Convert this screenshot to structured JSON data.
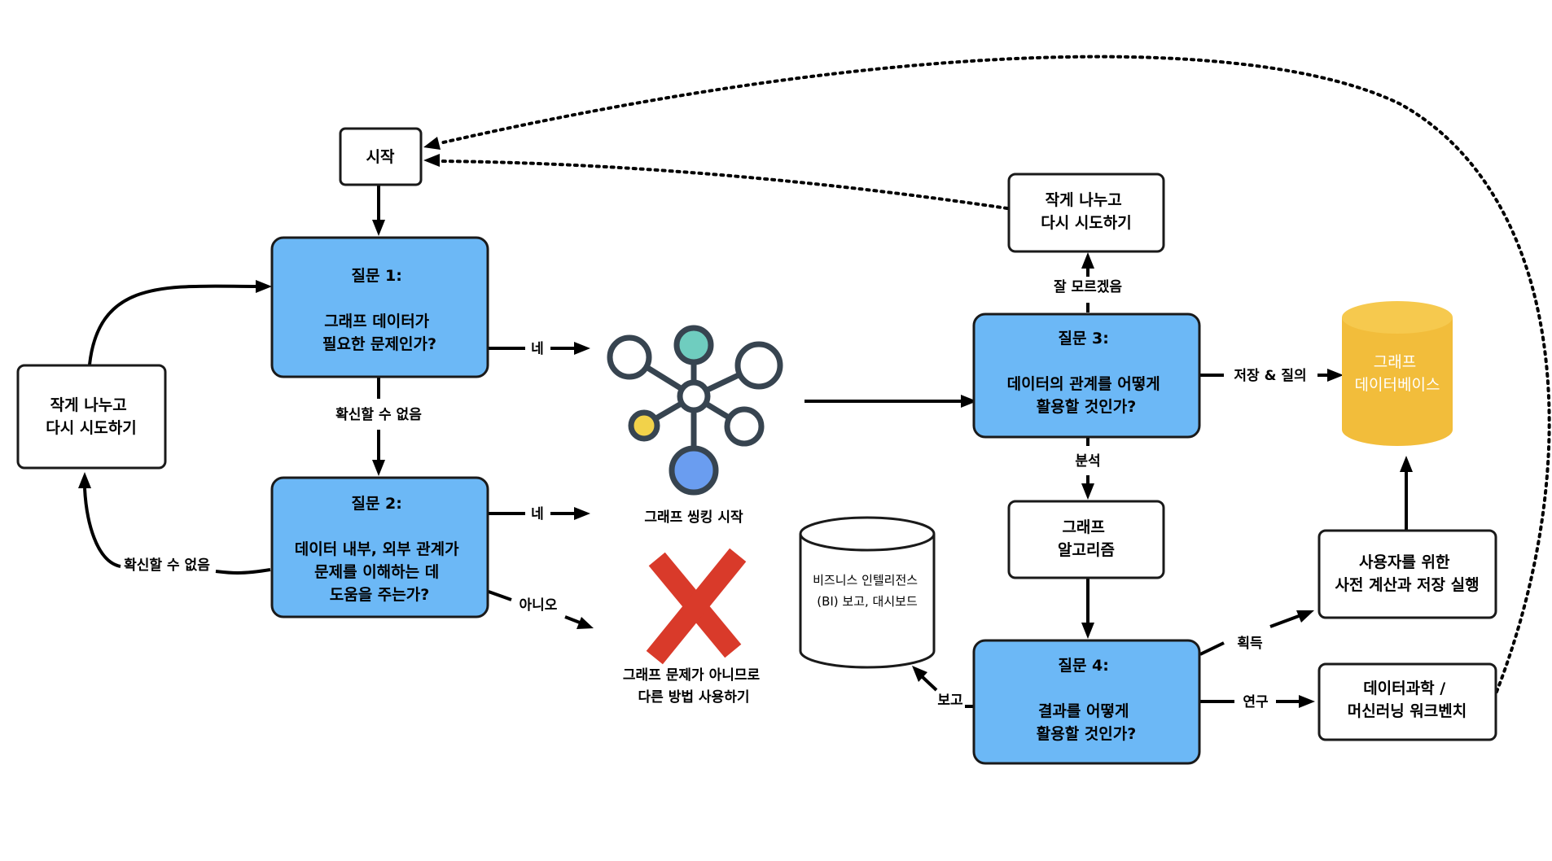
{
  "nodes": {
    "start": "시작",
    "retry_left": [
      "작게 나누고",
      "다시 시도하기"
    ],
    "q1": [
      "질문 1:",
      "",
      "그래프 데이터가",
      "필요한 문제인가?"
    ],
    "q2": [
      "질문 2:",
      "",
      "데이터 내부, 외부 관계가",
      "문제를 이해하는 데",
      "도움을 주는가?"
    ],
    "graph_thinking": "그래프 씽킹 시작",
    "not_graph": [
      "그래프 문제가 아니므로",
      "다른 방법 사용하기"
    ],
    "bi": [
      "비즈니스 인텔리전스",
      "(BI) 보고, 대시보드"
    ],
    "retry_top": [
      "작게 나누고",
      "다시 시도하기"
    ],
    "q3": [
      "질문 3:",
      "",
      "데이터의 관계를 어떻게",
      "활용할 것인가?"
    ],
    "graph_db": [
      "그래프",
      "데이터베이스"
    ],
    "algorithms": [
      "그래프",
      "알고리즘"
    ],
    "q4": [
      "질문 4:",
      "",
      "결과를 어떻게",
      "활용할 것인가?"
    ],
    "precompute": [
      "사용자를 위한",
      "사전 계산과 저장 실행"
    ],
    "workbench": [
      "데이터과학 /",
      "머신러닝 워크벤치"
    ]
  },
  "edges": {
    "q1_yes": "네",
    "q1_unsure": "확신할 수 없음",
    "q2_unsure": "확신할 수 없음",
    "q2_yes": "네",
    "q2_no": "아니오",
    "q3_unsure": "잘 모르겠음",
    "q3_store": "저장 & 질의",
    "q3_analyze": "분석",
    "q4_report": "보고",
    "q4_acquire": "획득",
    "q4_research": "연구"
  },
  "colors": {
    "question_box": "#6cb8f6",
    "database": "#f2bd3b",
    "graph_icon_stroke": "#374450",
    "node_teal": "#6fcdbf",
    "node_yellow": "#f2d24a",
    "node_blue": "#6a9df0",
    "cross": "#d93a2a"
  }
}
